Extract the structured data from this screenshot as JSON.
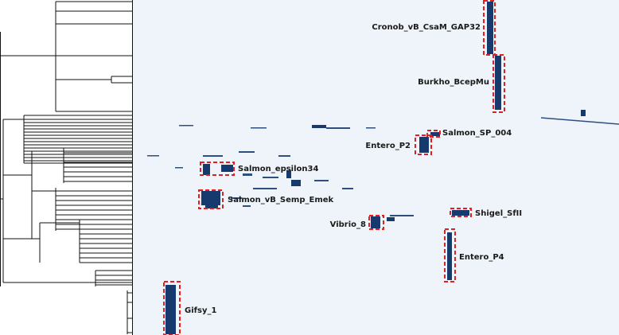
{
  "figure": {
    "colors": {
      "background": "#ffffff",
      "matrix_background": "#eef4fa",
      "presence_block": "#173a6e",
      "highlight_box": "#e02020",
      "tree": "#111111"
    },
    "clusters": [
      {
        "id": "cronob",
        "label": "Cronob_vB_CsaM_GAP32"
      },
      {
        "id": "burkho",
        "label": "Burkho_BcepMu"
      },
      {
        "id": "salmon-sp",
        "label": "Salmon_SP_004"
      },
      {
        "id": "entero-p2",
        "label": "Entero_P2"
      },
      {
        "id": "salmon-epsilon",
        "label": "Salmon_epsilon34"
      },
      {
        "id": "salmon-semp",
        "label": "Salmon_vB_Semp_Emek"
      },
      {
        "id": "shigel",
        "label": "Shigel_SfII"
      },
      {
        "id": "vibrio",
        "label": "Vibrio_8"
      },
      {
        "id": "entero-p4",
        "label": "Entero_P4"
      },
      {
        "id": "gifsy",
        "label": "Gifsy_1"
      }
    ]
  }
}
